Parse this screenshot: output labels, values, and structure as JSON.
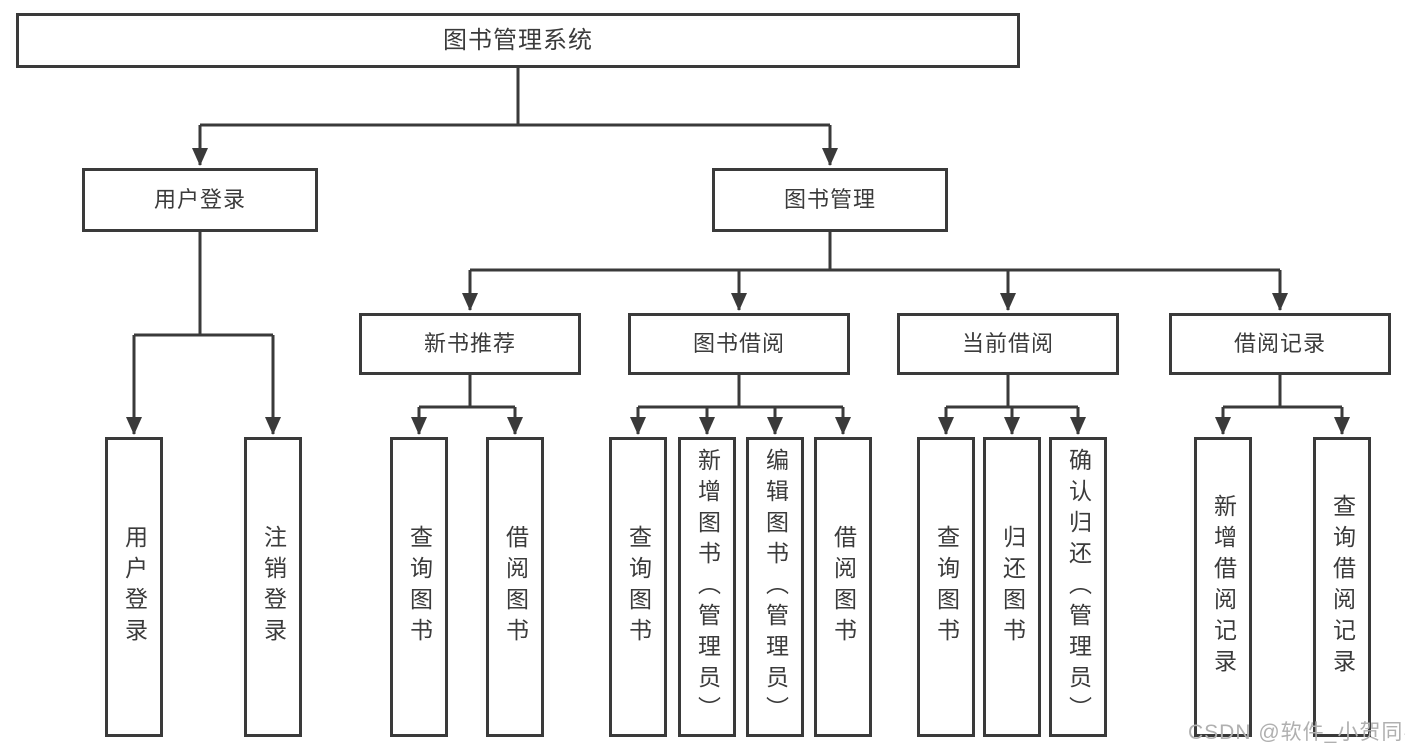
{
  "title": "图书管理系统",
  "watermark": "CSDN @软件_小贺同学",
  "colors": {
    "line": "#3a3a3a",
    "text": "#3b3b3b",
    "watermark": "#b0b0b0",
    "background": "#ffffff"
  },
  "nodes": {
    "root": {
      "label": "图书管理系统"
    },
    "user_login": {
      "label": "用户登录"
    },
    "book_management": {
      "label": "图书管理"
    },
    "new_book": {
      "label": "新书推荐"
    },
    "borrow": {
      "label": "图书借阅"
    },
    "current": {
      "label": "当前借阅"
    },
    "records": {
      "label": "借阅记录"
    },
    "leaf_user_login": {
      "label": "用户登录"
    },
    "leaf_logout": {
      "label": "注销登录"
    },
    "leaf_nb_query": {
      "label": "查询图书"
    },
    "leaf_nb_borrow": {
      "label": "借阅图书"
    },
    "leaf_bb_query": {
      "label": "查询图书"
    },
    "leaf_bb_add": {
      "label": "新增图书（管理员）"
    },
    "leaf_bb_edit": {
      "label": "编辑图书（管理员）"
    },
    "leaf_bb_borrow": {
      "label": "借阅图书"
    },
    "leaf_cb_query": {
      "label": "查询图书"
    },
    "leaf_cb_return": {
      "label": "归还图书"
    },
    "leaf_cb_confirm": {
      "label": "确认归还（管理员）"
    },
    "leaf_br_add": {
      "label": "新增借阅记录"
    },
    "leaf_br_query": {
      "label": "查询借阅记录"
    }
  },
  "hierarchy": {
    "图书管理系统": [
      "用户登录",
      "图书管理"
    ],
    "用户登录": [
      "用户登录",
      "注销登录"
    ],
    "图书管理": [
      "新书推荐",
      "图书借阅",
      "当前借阅",
      "借阅记录"
    ],
    "新书推荐": [
      "查询图书",
      "借阅图书"
    ],
    "图书借阅": [
      "查询图书",
      "新增图书（管理员）",
      "编辑图书（管理员）",
      "借阅图书"
    ],
    "当前借阅": [
      "查询图书",
      "归还图书",
      "确认归还（管理员）"
    ],
    "借阅记录": [
      "新增借阅记录",
      "查询借阅记录"
    ]
  }
}
